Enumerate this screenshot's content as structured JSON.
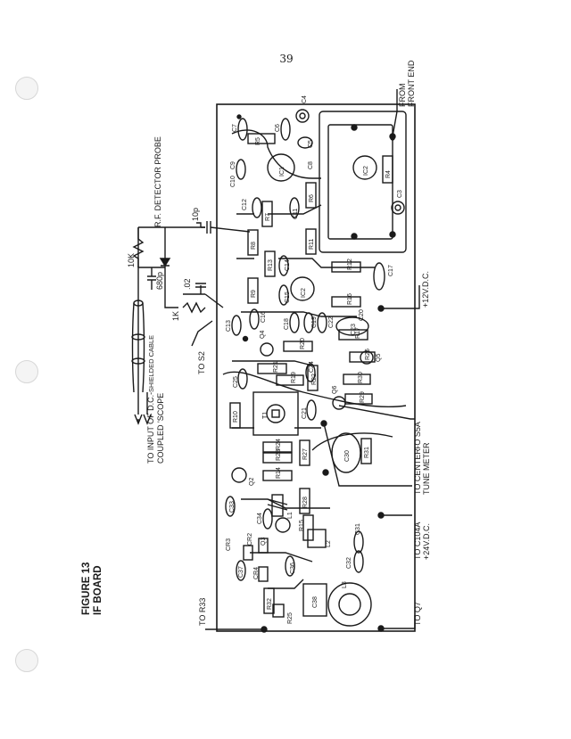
{
  "page_number": "39",
  "figure": {
    "title": "FIGURE 13",
    "subtitle": "IF BOARD"
  },
  "probe": {
    "title": "R.F. DETECTOR PROBE",
    "r_10k": "10K",
    "c_680p": "680p",
    "c_10p": "10p",
    "c_02": ".02",
    "r_1k": "1K",
    "cable": "SHIELDED CABLE",
    "scope_line1": "TO INPUT OF D.C.-",
    "scope_line2": "COUPLED 'SCOPE",
    "to_s2": "TO S2"
  },
  "connections": {
    "front_end_line1": "FROM",
    "front_end_line2": "FRONT END",
    "v12": "+12V.D.C.",
    "to_s5a": "TO S5A",
    "center_tune_line1": "TO CENTER-",
    "center_tune_line2": "TUNE METER",
    "c104a_line1": "TO C104A",
    "c104a_line2": "+24V.D.C.",
    "to_q7": "TO Q7",
    "to_r33": "TO R33"
  },
  "components": {
    "C7": "C7",
    "C6": "C6",
    "C4": "C4",
    "R5": "R5",
    "C5": "C5",
    "IC1": "IC1",
    "C8": "C8",
    "C9": "C9",
    "C10": "C10",
    "R4": "R4",
    "C3": "C3",
    "IC2a": "IC2",
    "R6": "R6",
    "C11": "C11",
    "R7": "R7",
    "C12": "C12",
    "R8": "R8",
    "R11": "R11",
    "R12": "R12",
    "C17": "C17",
    "R13": "R13",
    "C14": "C14",
    "IC2": "IC2",
    "C15": "C15",
    "R9": "R9",
    "R16": "R16",
    "C16": "C16",
    "C13": "C13",
    "C18": "C18",
    "C19": "C19",
    "C22": "C22",
    "C20": "C20",
    "C23": "C23",
    "R17": "R17",
    "R20": "R20",
    "Q4": "Q4",
    "R21": "R21",
    "C24": "C24",
    "R26": "R26",
    "Q5": "Q5",
    "C25": "C25",
    "R19": "R19",
    "R22": "R22",
    "R30": "R30",
    "Q6": "Q6",
    "R29": "R29",
    "R10": "R10",
    "T1": "T1",
    "C21": "C21",
    "C30": "C30",
    "R31": "R31",
    "R24": "R24",
    "R23": "R23",
    "R27": "R27",
    "R14": "R14",
    "Q2": "Q2",
    "C33": "C33",
    "C34": "C34",
    "L1": "L1",
    "R28": "R28",
    "R15": "R15",
    "C31": "C31",
    "CR3": "CR3",
    "CR2": "CR2",
    "Q3": "Q3",
    "L2": "L2",
    "C32": "C32",
    "C37": "C37",
    "CR4": "CR4",
    "C36": "C36",
    "R32": "R32",
    "L3": "L3",
    "C38": "C38",
    "R25": "R25"
  }
}
